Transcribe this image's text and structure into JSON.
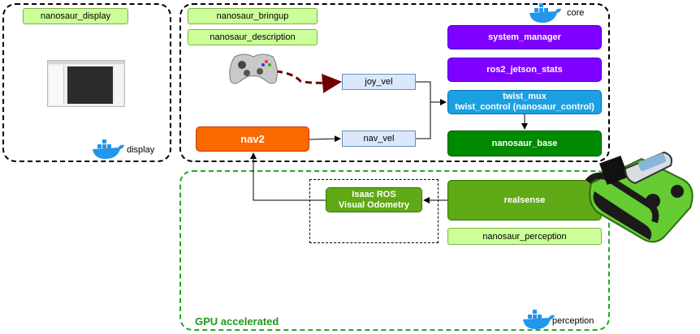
{
  "containers": {
    "display": {
      "label": "display"
    },
    "core": {
      "label": "core"
    },
    "perception": {
      "label": "perception",
      "footer": "GPU accelerated"
    }
  },
  "packages": {
    "display": "nanosaur_display",
    "bringup": "nanosaur_bringup",
    "description": "nanosaur_description",
    "perception": "nanosaur_perception"
  },
  "nodes": {
    "system_manager": "system_manager",
    "jetson_stats": "ros2_jetson_stats",
    "twist_mux_line1": "twist_mux",
    "twist_mux_line2": "twist_control (nanosaur_control)",
    "nanosaur_base": "nanosaur_base",
    "nav2": "nav2",
    "realsense": "realsense",
    "vo_line1": "Isaac ROS",
    "vo_line2": "Visual Odometry"
  },
  "topics": {
    "joy_vel": "joy_vel",
    "nav_vel": "nav_vel"
  },
  "icons": {
    "docker": "docker-whale-icon",
    "gamepad": "gamepad-icon",
    "screen": "screen-thumbnail-icon",
    "robot": "nanosaur-robot-icon"
  },
  "colors": {
    "purple": "#7f00ff",
    "blue": "#1ba1e2",
    "green_dark": "#008a00",
    "orange": "#fa6800",
    "green_mid": "#60a917",
    "gamepad_arrow": "#6f0000",
    "docker_blue": "#2396ed"
  }
}
